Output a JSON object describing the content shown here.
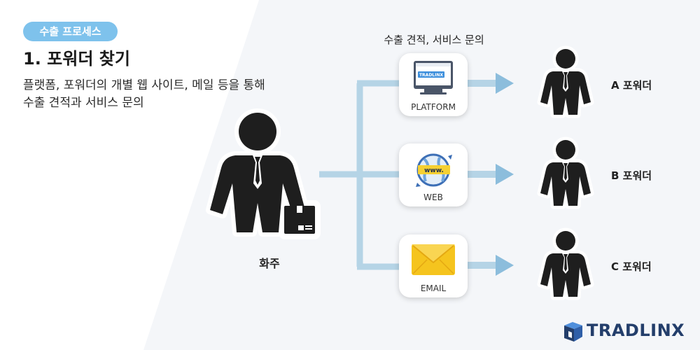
{
  "header": {
    "badge": "수출 프로세스",
    "title": "1. 포워더 찾기",
    "description_lines": [
      "플랫폼, 포워더의 개별 웹 사이트, 메일 등을 통해",
      "수출 견적과 서비스 문의"
    ]
  },
  "flow": {
    "label": "수출 견적, 서비스 문의",
    "shipper": {
      "label": "화주",
      "icon": "shipper-person-with-box-icon"
    },
    "channels": [
      {
        "label": "PLATFORM",
        "icon": "platform-monitor-icon",
        "screen_text": "TRADLINX"
      },
      {
        "label": "WEB",
        "icon": "www-globe-icon",
        "screen_text": "www."
      },
      {
        "label": "EMAIL",
        "icon": "envelope-icon"
      }
    ],
    "forwarders": [
      {
        "label": "A 포워더",
        "icon": "person-icon"
      },
      {
        "label": "B 포워더",
        "icon": "person-icon"
      },
      {
        "label": "C 포워더",
        "icon": "person-icon"
      }
    ]
  },
  "logo": {
    "text": "TRADLINX",
    "icon": "tradlinx-logo-icon"
  },
  "colors": {
    "badge": "#7ec2ec",
    "connector": "#b5d4e6",
    "arrow": "#8cbddc",
    "person": "#1e1e1e",
    "logo": "#233e6b",
    "email": "#f5c41e"
  }
}
